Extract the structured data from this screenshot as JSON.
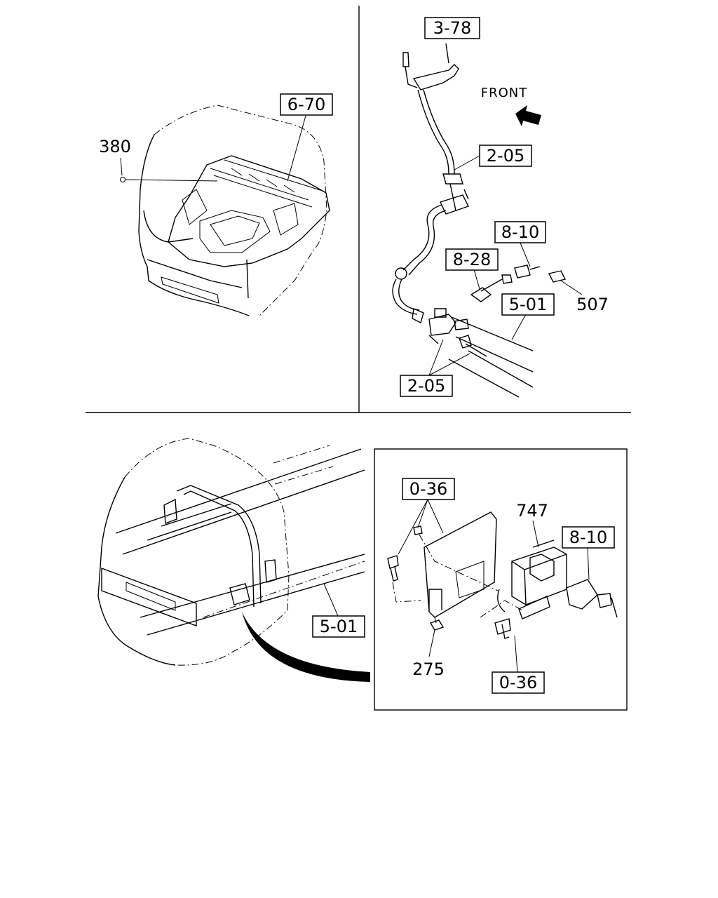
{
  "callouts": {
    "c_6_70": "6-70",
    "c_380": "380",
    "c_3_78": "3-78",
    "front": "FRONT",
    "c_2_05_top": "2-05",
    "c_8_10_top": "8-10",
    "c_8_28": "8-28",
    "c_5_01_top": "5-01",
    "c_507": "507",
    "c_2_05_bot": "2-05",
    "c_0_36_top": "0-36",
    "c_747": "747",
    "c_8_10_bot": "8-10",
    "c_5_01_bot": "5-01",
    "c_275": "275",
    "c_0_36_bot": "0-36"
  }
}
